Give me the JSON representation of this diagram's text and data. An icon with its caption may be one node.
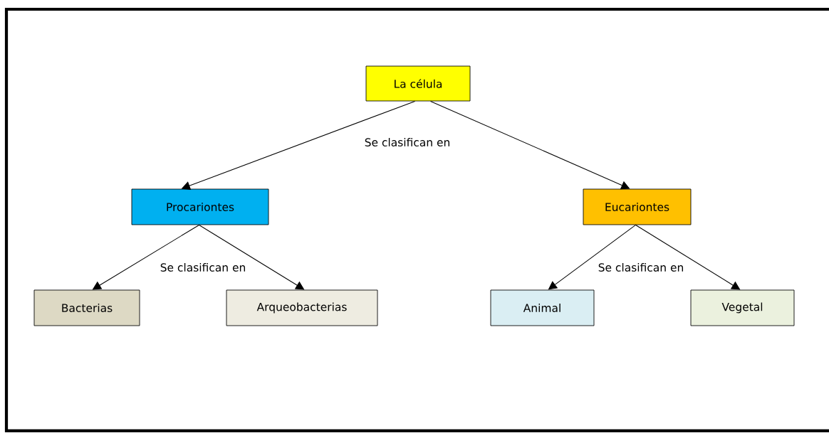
{
  "diagram": {
    "nodes": [
      {
        "text": [
          "La célula"
        ]
      },
      {
        "text": [
          "Procariontes"
        ]
      },
      {
        "text": [
          "Eucariontes"
        ]
      },
      {
        "text": [
          "Bacterias"
        ]
      },
      {
        "text": [
          "Arqueobacterias"
        ]
      },
      {
        "text": [
          "Animal"
        ]
      },
      {
        "text": [
          "Vegetal"
        ]
      }
    ],
    "edges": [
      {
        "from": 0,
        "to": 1,
        "arrow": "to"
      },
      {
        "from": 0,
        "to": 2,
        "arrow": "to"
      },
      {
        "from": 1,
        "to": 3,
        "arrow": "to"
      },
      {
        "from": 1,
        "to": 4,
        "arrow": "to"
      },
      {
        "from": 2,
        "to": 5,
        "arrow": "to"
      },
      {
        "from": 2,
        "to": 6,
        "arrow": "to"
      }
    ],
    "labels": [
      "Se clasifican en",
      "Se clasifican en",
      "Se clasifican en"
    ]
  }
}
